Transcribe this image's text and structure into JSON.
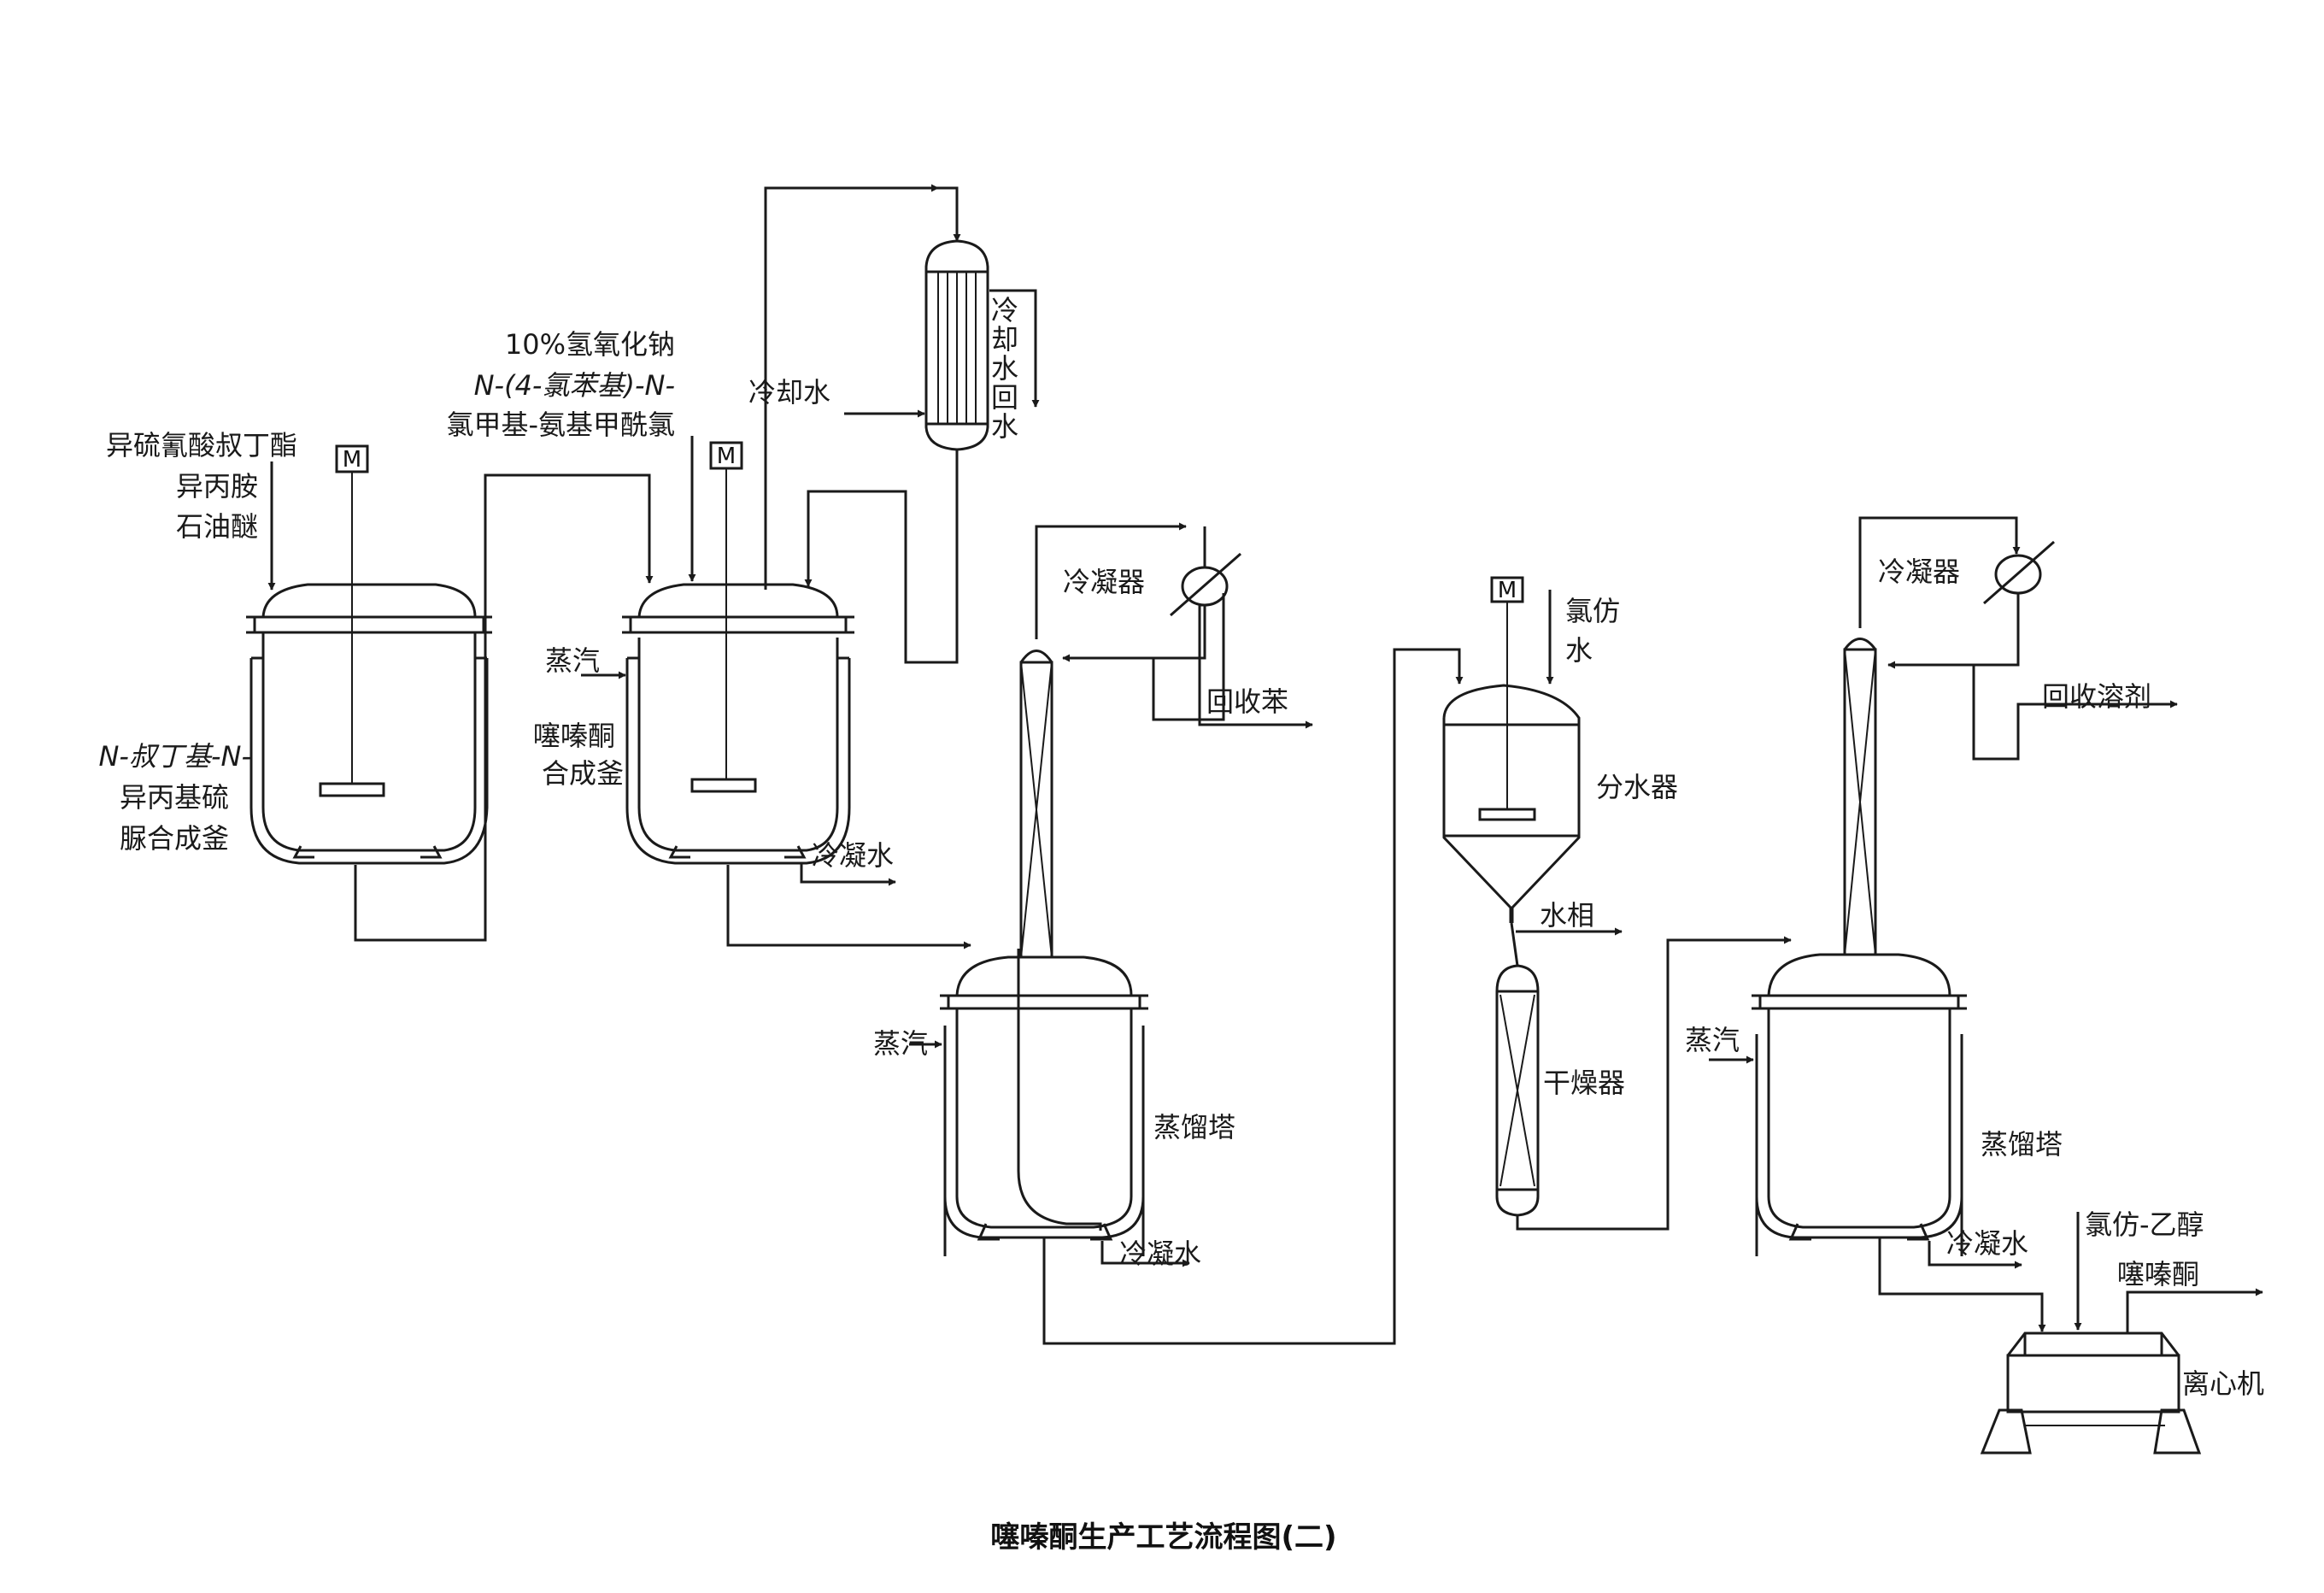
{
  "caption": "噻嗪酮生产工艺流程图(二)",
  "reactor1": {
    "feed_line1": "异硫氰酸叔丁酯",
    "feed_line2": "异丙胺",
    "feed_line3": "石油醚",
    "name_line1": "N-叔丁基-N-",
    "name_line2": "异丙基硫",
    "name_line3": "脲合成釜"
  },
  "reactor2": {
    "feed_line1": "10%氢氧化钠",
    "feed_line2": "N-(4-氯苯基)-N-",
    "feed_line3": "氯甲基-氨基甲酰氯",
    "steam": "蒸汽",
    "name_line1": "噻嗪酮",
    "name_line2": "合成釜",
    "condensate": "冷凝水"
  },
  "cooler": {
    "in": "冷却水",
    "out_chars": [
      "冷",
      "却",
      "水",
      "回",
      "水"
    ]
  },
  "column1": {
    "condenser": "冷凝器",
    "recovery": "回收苯",
    "steam": "蒸汽",
    "name": "蒸馏塔",
    "condensate": "冷凝水"
  },
  "separator": {
    "feed_line1": "氯仿",
    "feed_line2": "水",
    "name": "分水器",
    "water_phase": "水相"
  },
  "dryer": {
    "name": "干燥器"
  },
  "column2": {
    "condenser": "冷凝器",
    "recovery": "回收溶剂",
    "steam": "蒸汽",
    "name": "蒸馏塔",
    "condensate": "冷凝水"
  },
  "centrifuge": {
    "feed": "氯仿-乙醇",
    "product": "噻嗪酮",
    "name": "离心机"
  },
  "motor_symbol": "M"
}
